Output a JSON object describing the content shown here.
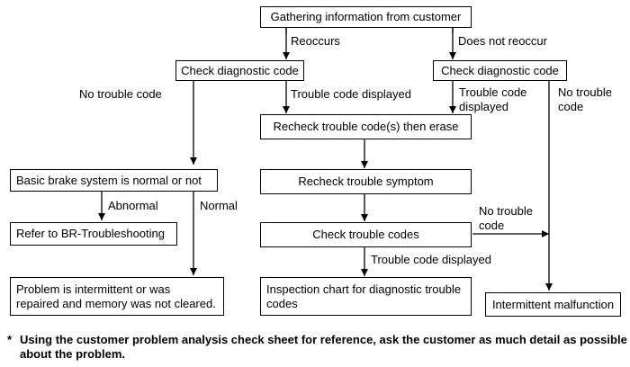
{
  "boxes": {
    "gather": "Gathering information from customer",
    "check_left": "Check diagnostic code",
    "check_right": "Check diagnostic code",
    "recheck_erase": "Recheck trouble code(s) then erase",
    "basic_brake": "Basic brake system is normal or not",
    "recheck_symptom": "Recheck trouble symptom",
    "refer": "Refer to BR-Troubleshooting",
    "check_codes": "Check trouble codes",
    "problem_line1": "Problem is intermittent or was",
    "problem_line2": "repaired and memory was not cleared.",
    "inspection_line1": "Inspection chart for diagnostic trouble",
    "inspection_line2": "codes",
    "intermittent": "Intermittent malfunction"
  },
  "labels": {
    "reoccurs": "Reoccurs",
    "does_not_reoccur": "Does not reoccur",
    "no_trouble_code_left": "No trouble code",
    "trouble_code_displayed_mid": "Trouble code displayed",
    "trouble_code_displayed_right_1": "Trouble code",
    "trouble_code_displayed_right_2": "displayed",
    "no_trouble_code_right_1": "No trouble",
    "no_trouble_code_right_2": "code",
    "abnormal": "Abnormal",
    "normal": "Normal",
    "no_trouble_code_mid_1": "No trouble",
    "no_trouble_code_mid_2": "code",
    "trouble_code_displayed_bottom": "Trouble code displayed"
  },
  "footnote": {
    "marker": "*",
    "text": "Using the customer problem analysis check sheet for reference, ask the customer as much detail as possible about the problem."
  }
}
